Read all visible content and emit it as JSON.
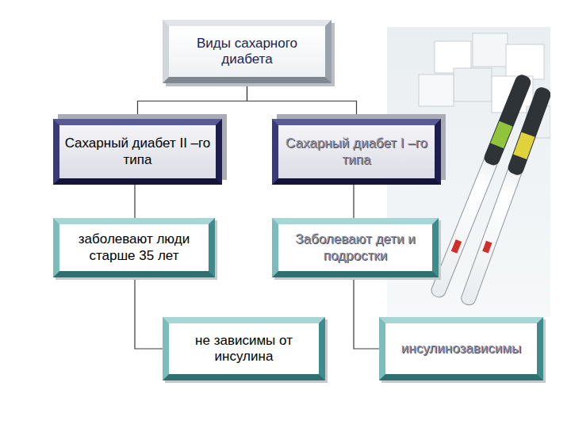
{
  "diagram": {
    "nodes": [
      {
        "text": [
          "Виды сахарного диабета"
        ]
      },
      {
        "text": [
          "Сахарный диабет II –го типа"
        ]
      },
      {
        "text": [
          "Сахарный диабет I –го типа"
        ]
      },
      {
        "text": [
          "заболевают люди старше 35 лет"
        ]
      },
      {
        "text": [
          "Заболевают дети и подростки"
        ]
      },
      {
        "text": [
          "не зависимы от инсулина"
        ]
      },
      {
        "text": [
          "инсулинозависимы"
        ]
      }
    ],
    "edges": [
      {
        "from": 0,
        "to": 1,
        "arrow": "none"
      },
      {
        "from": 0,
        "to": 2,
        "arrow": "none"
      },
      {
        "from": 1,
        "to": 3,
        "arrow": "none"
      },
      {
        "from": 2,
        "to": 4,
        "arrow": "none"
      },
      {
        "from": 3,
        "to": 5,
        "arrow": "none"
      },
      {
        "from": 4,
        "to": 6,
        "arrow": "none"
      }
    ]
  }
}
